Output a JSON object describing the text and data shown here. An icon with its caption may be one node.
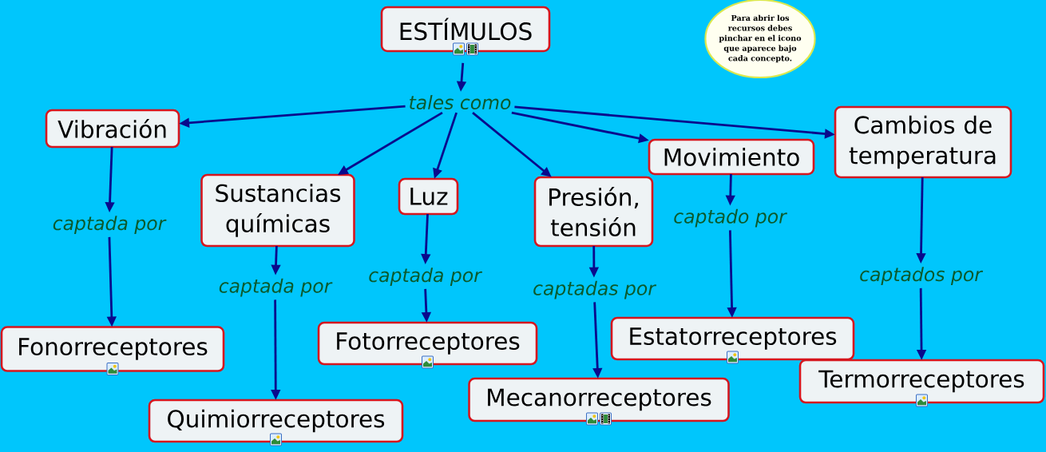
{
  "diagram": {
    "nodes": [
      {
        "text": [
          "ESTÍMULOS"
        ]
      },
      {
        "text": [
          "Para abrir los recursos debes pinchar en el icono que aparece bajo cada concepto."
        ]
      },
      {
        "text": [
          "tales como"
        ]
      },
      {
        "text": [
          "Vibración"
        ]
      },
      {
        "text": [
          "Cambios de temperatura"
        ]
      },
      {
        "text": [
          "Movimiento"
        ]
      },
      {
        "text": [
          "Sustancias químicas"
        ]
      },
      {
        "text": [
          "Luz"
        ]
      },
      {
        "text": [
          "Presión, tensión"
        ]
      },
      {
        "text": [
          "captada por"
        ]
      },
      {
        "text": [
          "captado por"
        ]
      },
      {
        "text": [
          "captados por"
        ]
      },
      {
        "text": [
          "captada por"
        ]
      },
      {
        "text": [
          "captada por"
        ]
      },
      {
        "text": [
          "captadas por"
        ]
      },
      {
        "text": [
          "Estatorreceptores"
        ]
      },
      {
        "text": [
          "Fotorreceptores"
        ]
      },
      {
        "text": [
          "Fonorreceptores"
        ]
      },
      {
        "text": [
          "Termorreceptores"
        ]
      },
      {
        "text": [
          "Mecanorreceptores"
        ]
      },
      {
        "text": [
          "Quimiorreceptores"
        ]
      }
    ],
    "edges": [
      {
        "from": 0,
        "to": 2,
        "arrow": "to"
      },
      {
        "from": 2,
        "to": 3,
        "arrow": "to"
      },
      {
        "from": 2,
        "to": 6,
        "arrow": "to"
      },
      {
        "from": 2,
        "to": 7,
        "arrow": "to"
      },
      {
        "from": 2,
        "to": 8,
        "arrow": "to"
      },
      {
        "from": 2,
        "to": 5,
        "arrow": "to"
      },
      {
        "from": 2,
        "to": 4,
        "arrow": "to"
      },
      {
        "from": 3,
        "to": 9,
        "arrow": "to"
      },
      {
        "from": 9,
        "to": 17,
        "arrow": "to"
      },
      {
        "from": 6,
        "to": 13,
        "arrow": "to"
      },
      {
        "from": 13,
        "to": 20,
        "arrow": "to"
      },
      {
        "from": 7,
        "to": 12,
        "arrow": "to"
      },
      {
        "from": 12,
        "to": 16,
        "arrow": "to"
      },
      {
        "from": 8,
        "to": 14,
        "arrow": "to"
      },
      {
        "from": 14,
        "to": 19,
        "arrow": "to"
      },
      {
        "from": 5,
        "to": 10,
        "arrow": "to"
      },
      {
        "from": 10,
        "to": 15,
        "arrow": "to"
      },
      {
        "from": 4,
        "to": 11,
        "arrow": "to"
      },
      {
        "from": 11,
        "to": 18,
        "arrow": "to"
      }
    ]
  }
}
